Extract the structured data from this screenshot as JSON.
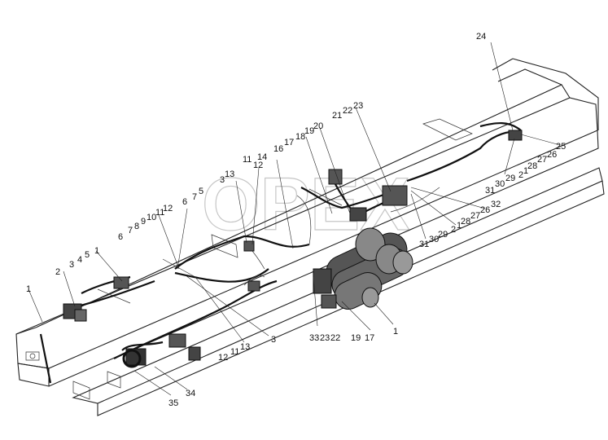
{
  "diagram": {
    "watermark": "OPEX",
    "callouts": [
      {
        "id": "c24",
        "text": "24"
      },
      {
        "id": "c25",
        "text": "25"
      },
      {
        "id": "c26r",
        "text": "26"
      },
      {
        "id": "c27r",
        "text": "27"
      },
      {
        "id": "c28r",
        "text": "28"
      },
      {
        "id": "c1r",
        "text": "1"
      },
      {
        "id": "c2r",
        "text": "2"
      },
      {
        "id": "c29r",
        "text": "29"
      },
      {
        "id": "c30r",
        "text": "30"
      },
      {
        "id": "c31r",
        "text": "31"
      },
      {
        "id": "c32",
        "text": "32"
      },
      {
        "id": "c26m",
        "text": "26"
      },
      {
        "id": "c27m",
        "text": "27"
      },
      {
        "id": "c28m",
        "text": "28"
      },
      {
        "id": "c1m",
        "text": "1"
      },
      {
        "id": "c2m",
        "text": "2"
      },
      {
        "id": "c29m",
        "text": "29"
      },
      {
        "id": "c30m",
        "text": "30"
      },
      {
        "id": "c31m",
        "text": "31"
      },
      {
        "id": "c21",
        "text": "21"
      },
      {
        "id": "c22t",
        "text": "22"
      },
      {
        "id": "c23t",
        "text": "23"
      },
      {
        "id": "c20",
        "text": "20"
      },
      {
        "id": "c19t",
        "text": "19"
      },
      {
        "id": "c18",
        "text": "18"
      },
      {
        "id": "c17t",
        "text": "17"
      },
      {
        "id": "c16",
        "text": "16"
      },
      {
        "id": "c14",
        "text": "14"
      },
      {
        "id": "c11t",
        "text": "11"
      },
      {
        "id": "c12t",
        "text": "12"
      },
      {
        "id": "c3t",
        "text": "3"
      },
      {
        "id": "c13t",
        "text": "13"
      },
      {
        "id": "c5t",
        "text": "5"
      },
      {
        "id": "c7t",
        "text": "7"
      },
      {
        "id": "c6t",
        "text": "6"
      },
      {
        "id": "c12l",
        "text": "12"
      },
      {
        "id": "c11l",
        "text": "11"
      },
      {
        "id": "c10",
        "text": "10"
      },
      {
        "id": "c9",
        "text": "9"
      },
      {
        "id": "c8",
        "text": "8"
      },
      {
        "id": "c7l",
        "text": "7"
      },
      {
        "id": "c6l",
        "text": "6"
      },
      {
        "id": "c1l",
        "text": "1"
      },
      {
        "id": "c5l",
        "text": "5"
      },
      {
        "id": "c4",
        "text": "4"
      },
      {
        "id": "c3l",
        "text": "3"
      },
      {
        "id": "c2l",
        "text": "2"
      },
      {
        "id": "c1f",
        "text": "1"
      },
      {
        "id": "c12b",
        "text": "12"
      },
      {
        "id": "c11b",
        "text": "11"
      },
      {
        "id": "c13b",
        "text": "13"
      },
      {
        "id": "c3b",
        "text": "3"
      },
      {
        "id": "c33",
        "text": "33"
      },
      {
        "id": "c23b",
        "text": "23"
      },
      {
        "id": "c22b",
        "text": "22"
      },
      {
        "id": "c19b",
        "text": "19"
      },
      {
        "id": "c17b",
        "text": "17"
      },
      {
        "id": "c1b",
        "text": "1"
      },
      {
        "id": "c34",
        "text": "34"
      },
      {
        "id": "c35",
        "text": "35"
      }
    ]
  }
}
